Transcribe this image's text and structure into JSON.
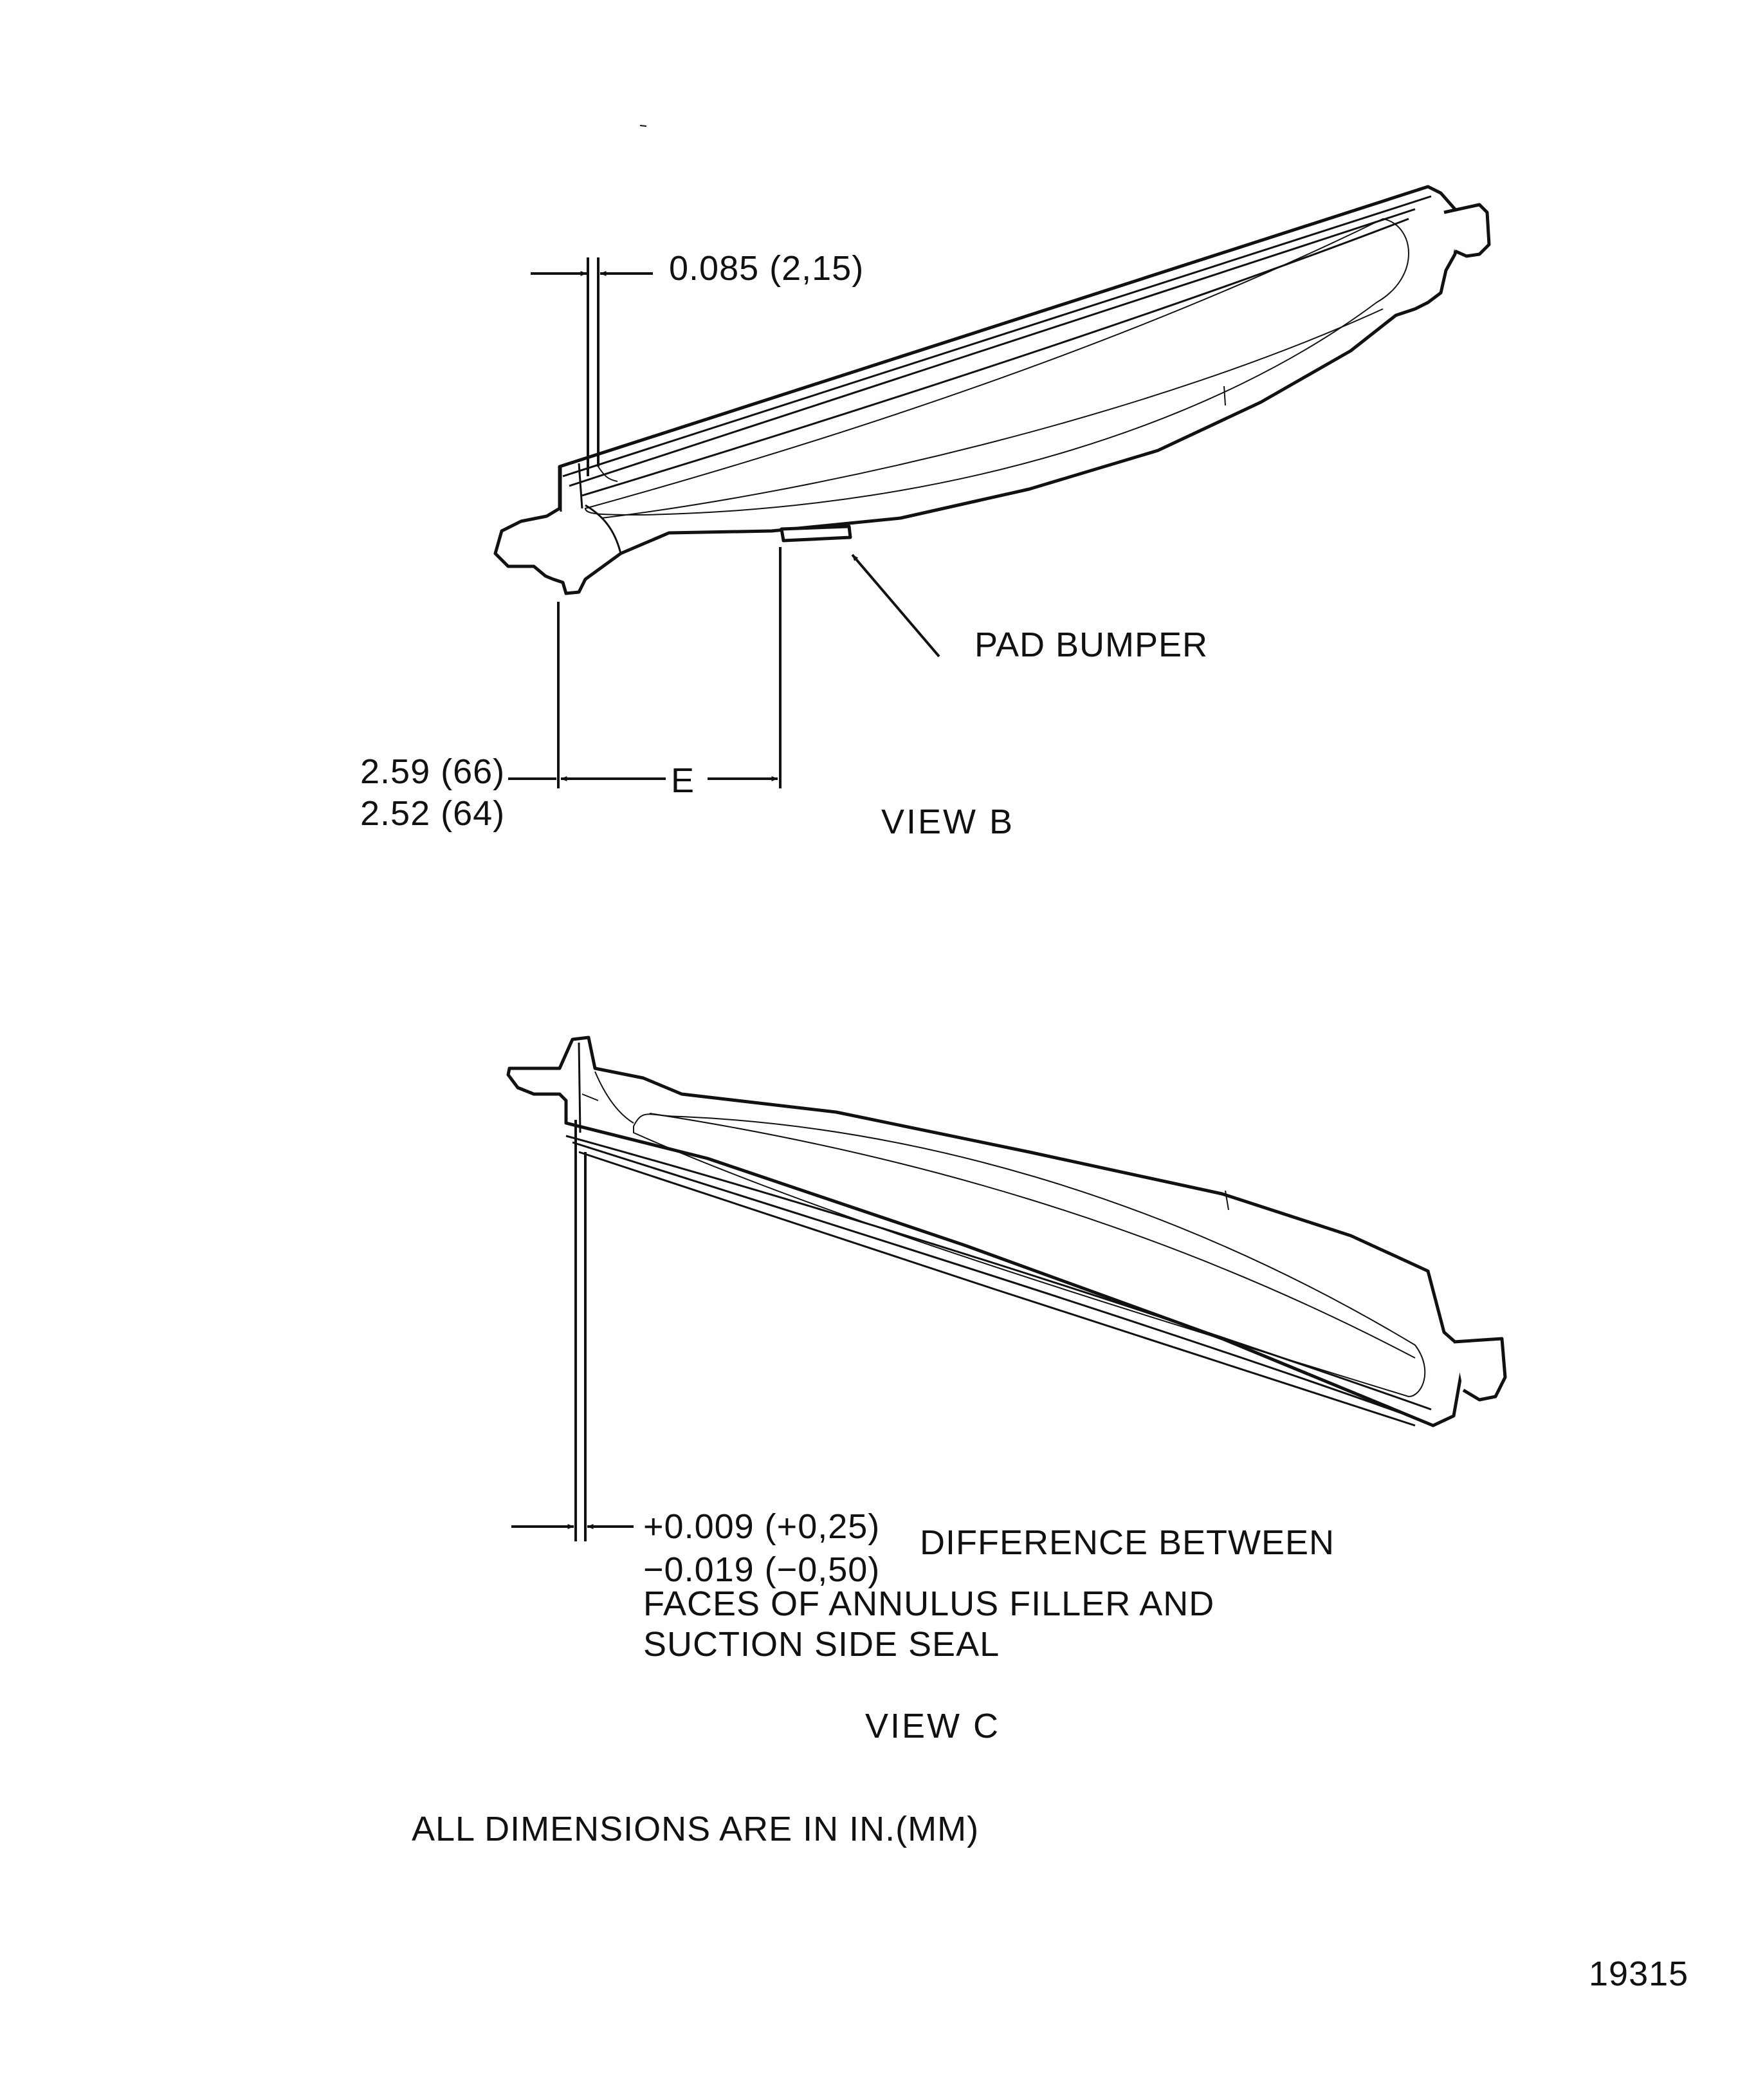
{
  "view_b": {
    "caption": "VIEW B",
    "dim_top": "0.085 (2,15)",
    "pad_label": "PAD BUMPER",
    "dim_e_letter": "E",
    "dim_e_upper": "2.59 (66)",
    "dim_e_lower": "2.52 (64)"
  },
  "view_c": {
    "caption": "VIEW C",
    "tol_upper": "+0.009 (+0,25)",
    "tol_lower": "−0.019 (−0,50)",
    "note_line1": "DIFFERENCE BETWEEN",
    "note_line2": "FACES OF ANNULUS FILLER AND",
    "note_line3": "SUCTION SIDE SEAL"
  },
  "units_note": "ALL DIMENSIONS ARE IN IN.(MM)",
  "figure_number": "19315"
}
